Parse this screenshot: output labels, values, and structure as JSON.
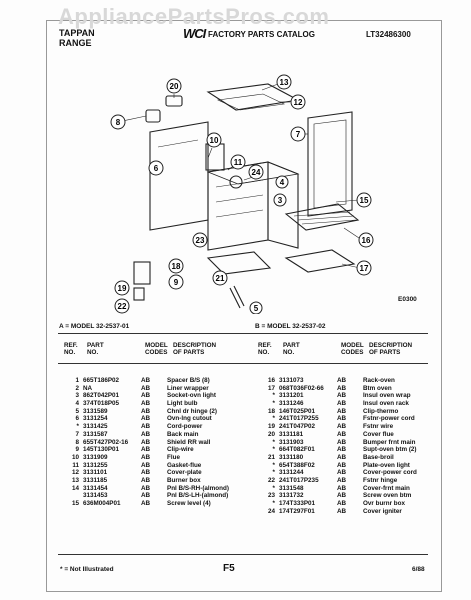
{
  "watermark": "AppliancePartsPros.com",
  "header": {
    "brand_line1": "TAPPAN",
    "brand_line2": "RANGE",
    "logo": "WCI",
    "catalog_title": "FACTORY PARTS CATALOG",
    "doc_number": "LT32486300"
  },
  "diagram": {
    "code": "E0300",
    "callouts": [
      "8",
      "20",
      "13",
      "12",
      "6",
      "10",
      "11",
      "24",
      "7",
      "15",
      "23",
      "16",
      "4",
      "3",
      "17",
      "18",
      "9",
      "19",
      "22",
      "21",
      "5"
    ]
  },
  "models": {
    "a": "A = MODEL  32-2537-01",
    "b": "B = MODEL  32-2537-02"
  },
  "table_headers": {
    "ref": "REF.\nNO.",
    "part": "PART\nNO.",
    "model_codes": "MODEL\nCODES",
    "description": "DESCRIPTION\nOF PARTS"
  },
  "left_rows": [
    {
      "ref": "1",
      "part": "665T186P02",
      "mc": "AB",
      "desc": "Spacer B/S (8)"
    },
    {
      "ref": "2",
      "part": "NA",
      "mc": "AB",
      "desc": "Liner wrapper"
    },
    {
      "ref": "3",
      "part": "862T042P01",
      "mc": "AB",
      "desc": "Socket-ovn light"
    },
    {
      "ref": "4",
      "part": "374T018P05",
      "mc": "AB",
      "desc": "Light bulb"
    },
    {
      "ref": "5",
      "part": "3131589",
      "mc": "AB",
      "desc": "Chnl dr hinge (2)"
    },
    {
      "ref": "6",
      "part": "3131254",
      "mc": "AB",
      "desc": "Ovn-lng cutout"
    },
    {
      "ref": "*",
      "part": "3131425",
      "mc": "AB",
      "desc": "Cord-power"
    },
    {
      "ref": "7",
      "part": "3131587",
      "mc": "AB",
      "desc": "Back main"
    },
    {
      "ref": "8",
      "part": "655T427P02-16",
      "mc": "AB",
      "desc": "Shield RR wall"
    },
    {
      "ref": "9",
      "part": "145T130P01",
      "mc": "AB",
      "desc": "Clip-wire"
    },
    {
      "ref": "10",
      "part": "3131909",
      "mc": "AB",
      "desc": "Flue"
    },
    {
      "ref": "11",
      "part": "3131255",
      "mc": "AB",
      "desc": "Gasket-flue"
    },
    {
      "ref": "12",
      "part": "3131101",
      "mc": "AB",
      "desc": "Cover-plate"
    },
    {
      "ref": "13",
      "part": "3131185",
      "mc": "AB",
      "desc": "Burner box"
    },
    {
      "ref": "14",
      "part": "3131454",
      "mc": "AB",
      "desc": "Pnl B/S-RH-(almond)"
    },
    {
      "ref": "",
      "part": "3131453",
      "mc": "AB",
      "desc": "Pnl B/S-LH-(almond)"
    },
    {
      "ref": "15",
      "part": "636M004P01",
      "mc": "AB",
      "desc": "Screw level (4)"
    }
  ],
  "right_rows": [
    {
      "ref": "16",
      "part": "3131073",
      "mc": "AB",
      "desc": "Rack-oven"
    },
    {
      "ref": "17",
      "part": "068T036F02-66",
      "mc": "AB",
      "desc": "Btm oven"
    },
    {
      "ref": "*",
      "part": "3131201",
      "mc": "AB",
      "desc": "Insul oven wrap"
    },
    {
      "ref": "*",
      "part": "3131246",
      "mc": "AB",
      "desc": "Insul oven rack"
    },
    {
      "ref": "18",
      "part": "146T025P01",
      "mc": "AB",
      "desc": "Clip-thermo"
    },
    {
      "ref": "*",
      "part": "241T017P255",
      "mc": "AB",
      "desc": "Fstnr-power cord"
    },
    {
      "ref": "19",
      "part": "241T047P02",
      "mc": "AB",
      "desc": "Fstnr wire"
    },
    {
      "ref": "20",
      "part": "3131181",
      "mc": "AB",
      "desc": "Cover flue"
    },
    {
      "ref": "*",
      "part": "3131903",
      "mc": "AB",
      "desc": "Bumper frnt main"
    },
    {
      "ref": "*",
      "part": "664T082F01",
      "mc": "AB",
      "desc": "Supt-oven btm (2)"
    },
    {
      "ref": "21",
      "part": "3131180",
      "mc": "AB",
      "desc": "Base-broil"
    },
    {
      "ref": "*",
      "part": "654T388F02",
      "mc": "AB",
      "desc": "Plate-oven light"
    },
    {
      "ref": "*",
      "part": "3131244",
      "mc": "AB",
      "desc": "Cover-power cord"
    },
    {
      "ref": "22",
      "part": "241T017P235",
      "mc": "AB",
      "desc": "Fstnr hinge"
    },
    {
      "ref": "*",
      "part": "3131548",
      "mc": "AB",
      "desc": "Cover-frnt main"
    },
    {
      "ref": "23",
      "part": "3131732",
      "mc": "AB",
      "desc": "Screw oven btm"
    },
    {
      "ref": "*",
      "part": "174T333P01",
      "mc": "AB",
      "desc": "Ovr burnr box"
    },
    {
      "ref": "24",
      "part": "174T297F01",
      "mc": "AB",
      "desc": "Cover igniter"
    }
  ],
  "footer": {
    "note": "* = Not Illustrated",
    "page": "F5",
    "date": "6/88"
  }
}
